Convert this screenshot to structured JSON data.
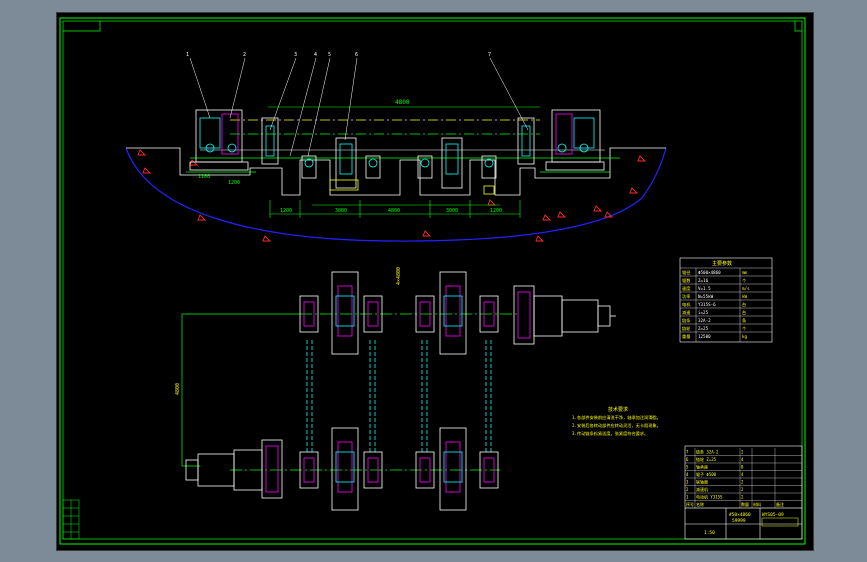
{
  "window": {
    "title": ""
  },
  "drawing": {
    "top_span_label": "4800",
    "part_numbers": [
      "1",
      "2",
      "3",
      "4",
      "5",
      "6",
      "7"
    ],
    "bottom_dims": [
      "1200",
      "3000",
      "4800",
      "3000",
      "1200"
    ],
    "left_dims": [
      "1100",
      "1200"
    ],
    "vertical_note": "4×4800",
    "side_label": "4800",
    "title_code": "WYS05-09",
    "drawing_number": "#50×4860",
    "sheet_label": "59999",
    "scale_label": "1:50",
    "tech_title": "技术要求",
    "tech_notes": [
      "1.各部件安装前应清洗干净，轴承加注润滑脂。",
      "2.安装后各转动部件应转动灵活，无卡阻现象。",
      "3.传动链条松紧适度，张紧度符合要求。"
    ],
    "param_table": {
      "header": "主要参数",
      "rows": [
        [
          "辊径",
          "Φ500×4860",
          "mm"
        ],
        [
          "辊数",
          "Z=16",
          "个"
        ],
        [
          "速度",
          "V=1.5",
          "m/s"
        ],
        [
          "功率",
          "N=55kW",
          "kW"
        ],
        [
          "电机",
          "Y315S-6",
          "台"
        ],
        [
          "减速",
          "i=25",
          "台"
        ],
        [
          "链条",
          "32A-2",
          "条"
        ],
        [
          "链轮",
          "Z=25",
          "个"
        ],
        [
          "重量",
          "12500",
          "kg"
        ]
      ]
    },
    "parts_list": [
      [
        "7",
        "链条 32A-2",
        "2",
        "",
        ""
      ],
      [
        "6",
        "链轮 Z=25",
        "4",
        "",
        ""
      ],
      [
        "5",
        "轴承座",
        "8",
        "",
        ""
      ],
      [
        "4",
        "辊子 Φ500",
        "4",
        "",
        ""
      ],
      [
        "3",
        "联轴器",
        "2",
        "",
        ""
      ],
      [
        "2",
        "减速机",
        "2",
        "",
        ""
      ],
      [
        "1",
        "电动机 Y315S",
        "2",
        "",
        ""
      ],
      [
        "序号",
        "名称",
        "数量",
        "材料",
        "备注"
      ]
    ]
  }
}
